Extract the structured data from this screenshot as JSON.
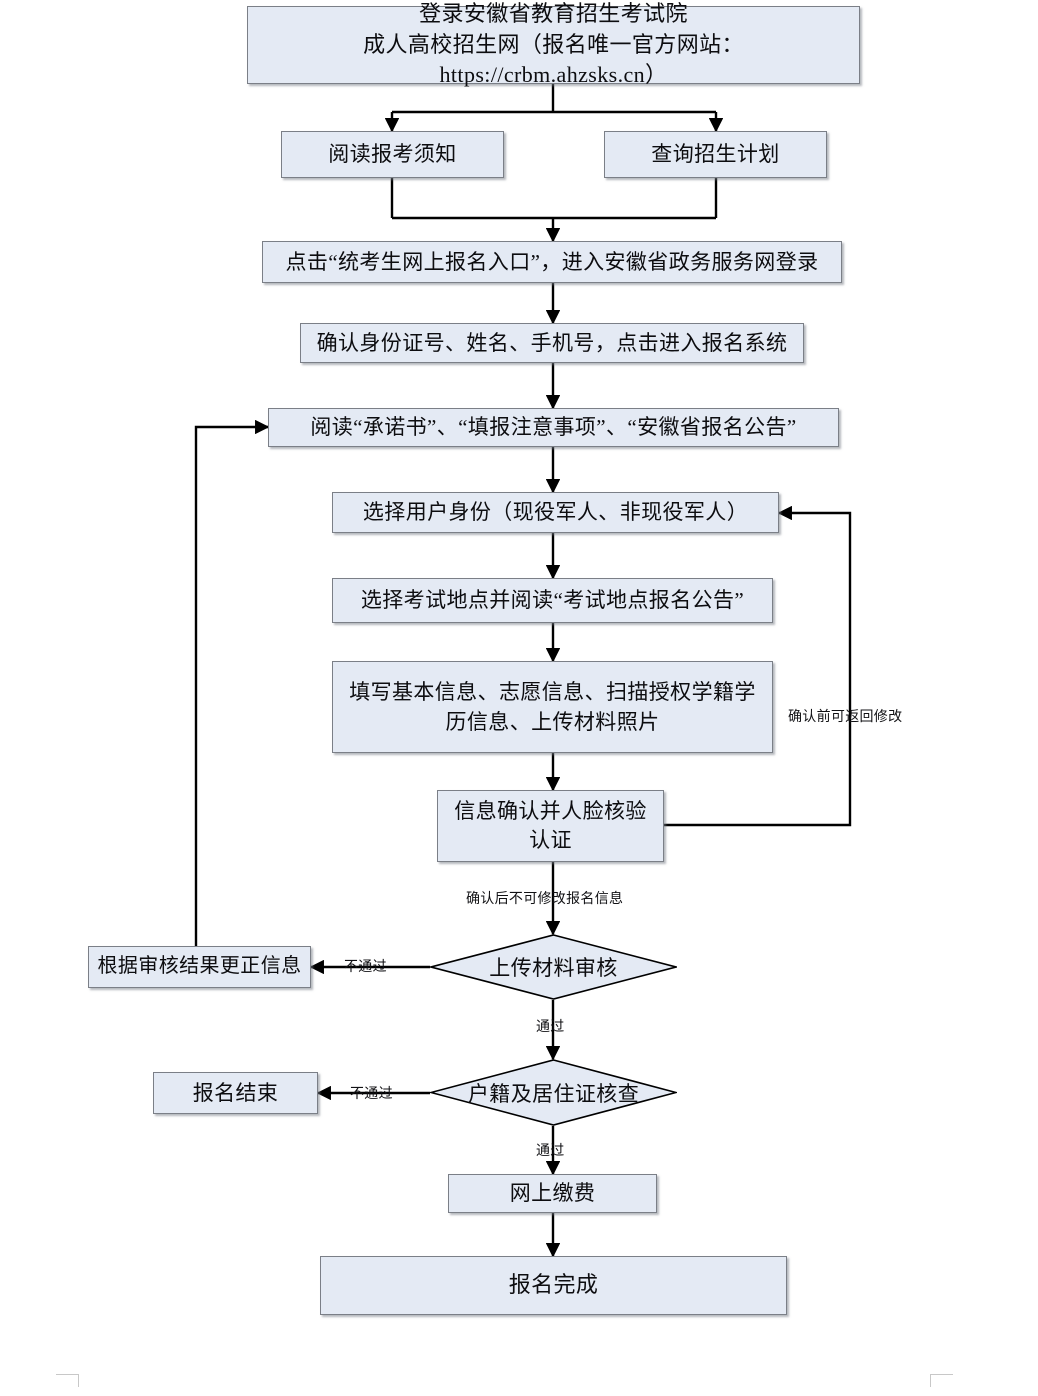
{
  "document": {
    "title": "安徽省成人高校招生网上报名流程图",
    "type": "flowchart",
    "background_color": "#ffffff",
    "node_fill_color": "#e4eaf4",
    "node_border_color": "#7b7f87",
    "connector_color": "#000000"
  },
  "nodes": [
    {
      "id": "login",
      "shape": "process",
      "text": "登录安徽省教育招生考试院\n成人高校招生网（报名唯一官方网站：https://crbm.ahzsks.cn）"
    },
    {
      "id": "read-notice",
      "shape": "process",
      "text": "阅读报考须知"
    },
    {
      "id": "query-plan",
      "shape": "process",
      "text": "查询招生计划"
    },
    {
      "id": "click-entry",
      "shape": "process",
      "text": "点击“统考生网上报名入口”，进入安徽省政务服务网登录"
    },
    {
      "id": "confirm-identity",
      "shape": "process",
      "text": "确认身份证号、姓名、手机号，点击进入报名系统"
    },
    {
      "id": "read-commitment",
      "shape": "process",
      "text": "阅读“承诺书”、“填报注意事项”、“安徽省报名公告”"
    },
    {
      "id": "select-user-type",
      "shape": "process",
      "text": "选择用户身份（现役军人、非现役军人）"
    },
    {
      "id": "select-exam-site",
      "shape": "process",
      "text": "选择考试地点并阅读“考试地点报名公告”"
    },
    {
      "id": "fill-info",
      "shape": "process",
      "text": "填写基本信息、志愿信息、扫描授权学籍学历信息、上传材料照片"
    },
    {
      "id": "confirm-face",
      "shape": "process",
      "text": "信息确认并人脸核验认证"
    },
    {
      "id": "material-review",
      "shape": "decision",
      "text": "上传材料审核"
    },
    {
      "id": "correct-info",
      "shape": "process",
      "text": "根据审核结果更正信息"
    },
    {
      "id": "residence-check",
      "shape": "decision",
      "text": "户籍及居住证核查"
    },
    {
      "id": "registration-end",
      "shape": "process",
      "text": "报名结束"
    },
    {
      "id": "online-payment",
      "shape": "process",
      "text": "网上缴费"
    },
    {
      "id": "registration-complete",
      "shape": "process",
      "text": "报名完成"
    }
  ],
  "edge_labels": {
    "return_before_confirm": "确认前可返回修改",
    "no_edit_after_confirm": "确认后不可修改报名信息",
    "material_review_fail": "不通过",
    "material_review_pass": "通过",
    "residence_check_fail": "不通过",
    "residence_check_pass": "通过"
  }
}
